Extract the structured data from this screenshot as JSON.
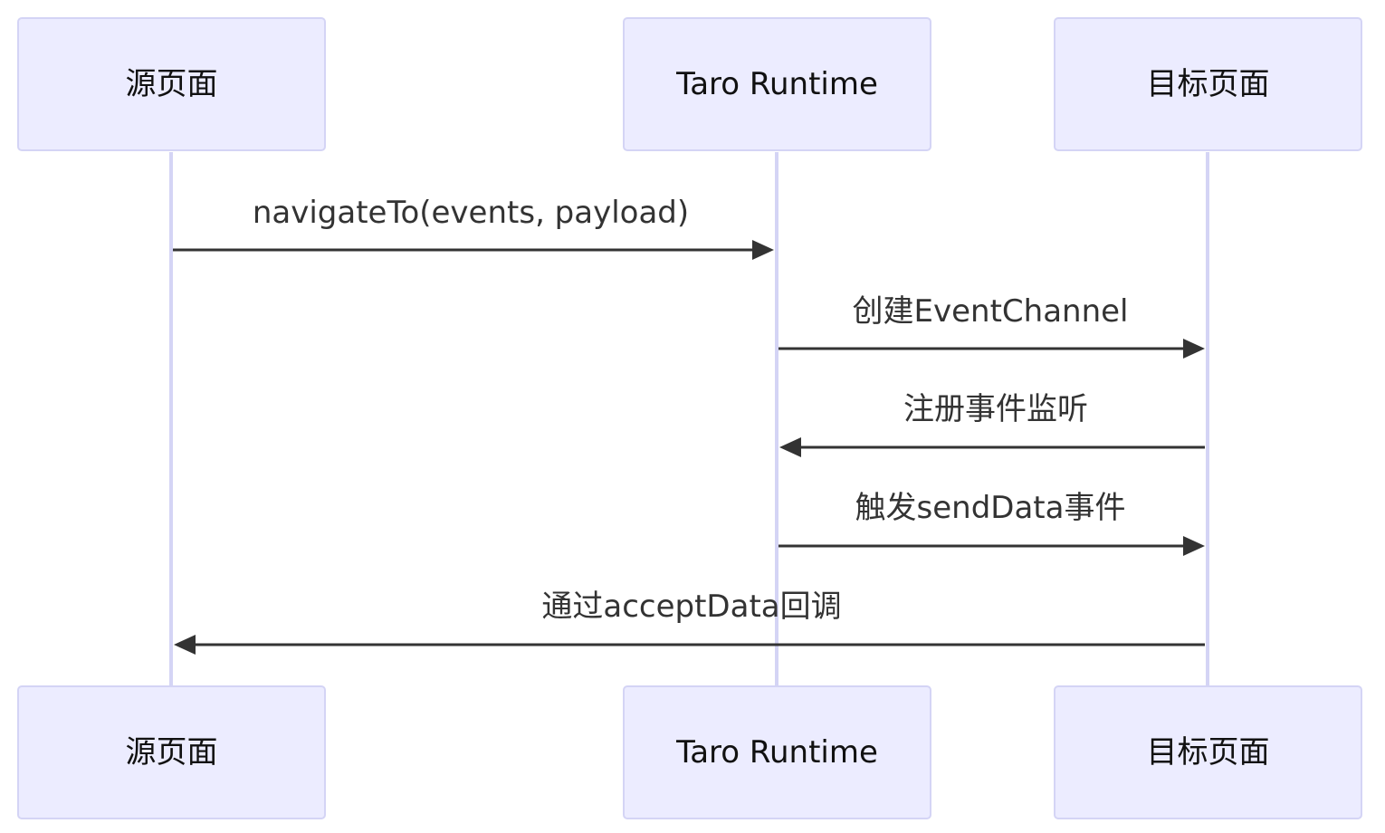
{
  "participants": [
    {
      "label": "源页面"
    },
    {
      "label": "Taro Runtime"
    },
    {
      "label": "目标页面"
    }
  ],
  "messages": [
    {
      "from": 0,
      "to": 1,
      "label": "navigateTo(events, payload)"
    },
    {
      "from": 1,
      "to": 2,
      "label": "创建EventChannel"
    },
    {
      "from": 2,
      "to": 1,
      "label": "注册事件监听"
    },
    {
      "from": 1,
      "to": 2,
      "label": "触发sendData事件"
    },
    {
      "from": 2,
      "to": 0,
      "label": "通过acceptData回调"
    }
  ],
  "colors": {
    "actor_fill": "#ECECFF",
    "actor_border": "#D4D4F5",
    "lifeline": "#D4D4F5",
    "arrow": "#333333",
    "text": "#333333"
  }
}
